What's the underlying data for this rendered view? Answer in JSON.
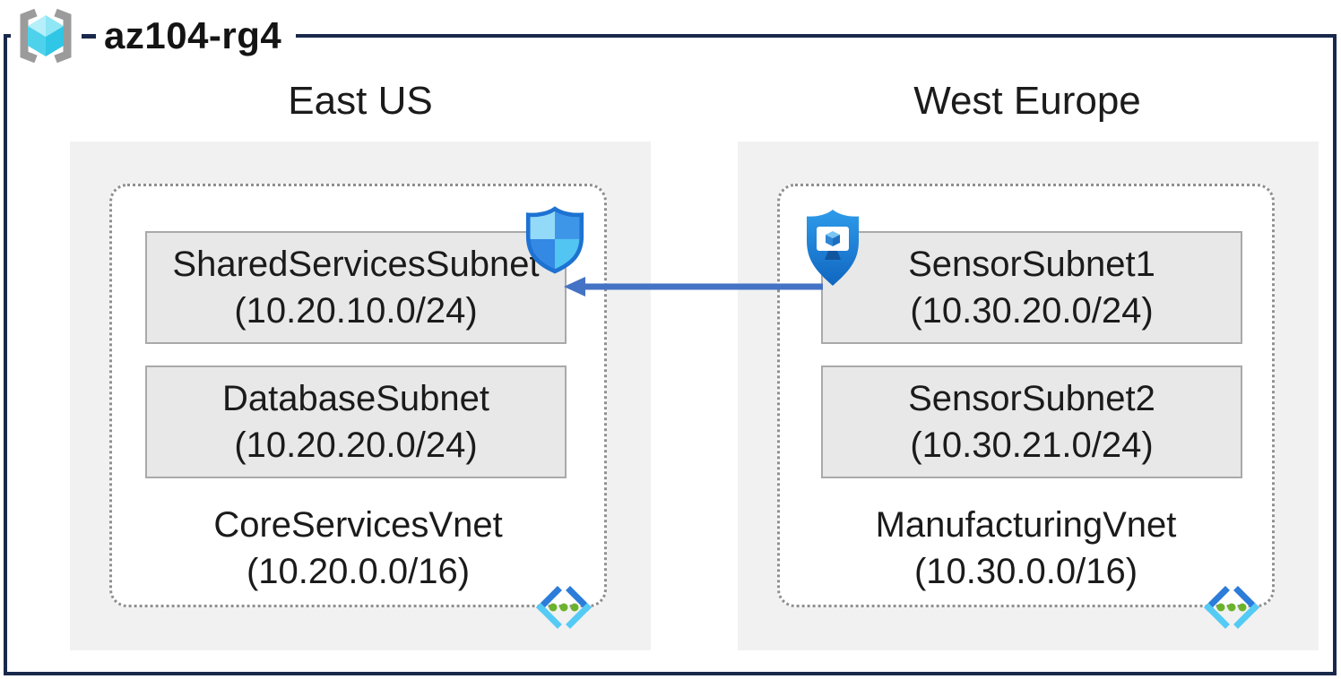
{
  "resource_group": {
    "name": "az104-rg4",
    "icon": "resource-group-icon"
  },
  "regions": [
    {
      "name": "East US",
      "vnet": {
        "name": "CoreServicesVnet",
        "cidr": "(10.20.0.0/16)",
        "icon": "virtual-network-icon"
      },
      "subnets": [
        {
          "name": "SharedServicesSubnet",
          "cidr": "(10.20.10.0/24)",
          "badge": "nsg-shield-icon"
        },
        {
          "name": "DatabaseSubnet",
          "cidr": "(10.20.20.0/24)"
        }
      ]
    },
    {
      "name": "West Europe",
      "vnet": {
        "name": "ManufacturingVnet",
        "cidr": "(10.30.0.0/16)",
        "icon": "virtual-network-icon"
      },
      "subnets": [
        {
          "name": "SensorSubnet1",
          "cidr": "(10.30.20.0/24)",
          "badge": "bastion-shield-icon"
        },
        {
          "name": "SensorSubnet2",
          "cidr": "(10.30.21.0/24)"
        }
      ]
    }
  ],
  "connection": {
    "from": "SensorSubnet1",
    "to": "SharedServicesSubnet",
    "type": "arrow",
    "direction": "right-to-left",
    "color": "#4472C4"
  },
  "colors": {
    "frame_border": "#19294B",
    "region_background": "#F1F1F1",
    "subnet_background": "#E8E8E8",
    "subnet_border": "#A9A9A9",
    "vnet_dotted_border": "#8F8F8F",
    "text": "#1B1B1B",
    "arrow": "#4472C4"
  }
}
